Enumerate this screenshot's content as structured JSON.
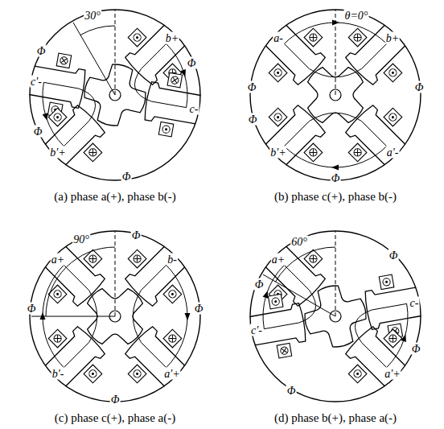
{
  "diagram": {
    "labels": [
      "30°",
      "b+",
      "c-",
      "c'-",
      "b'+",
      "Φ",
      "Φ",
      "Φ",
      "Φ",
      "(a) phase a(+), phase b(-)",
      "θ=0°",
      "a-",
      "b+",
      "b'+",
      "a'-",
      "Φ",
      "Φ",
      "Φ",
      "Φ",
      "(b) phase c(+), phase b(-)",
      "90°",
      "a+",
      "b-",
      "b'-",
      "a'+",
      "Φ",
      "Φ",
      "Φ",
      "Φ",
      "(c) phase c(+), phase a(-)",
      "60°",
      "a+",
      "c'-",
      "c-",
      "a'+",
      "Φ",
      "Φ",
      "Φ",
      "Φ",
      "(d) phase b(+), phase a(-)"
    ]
  }
}
